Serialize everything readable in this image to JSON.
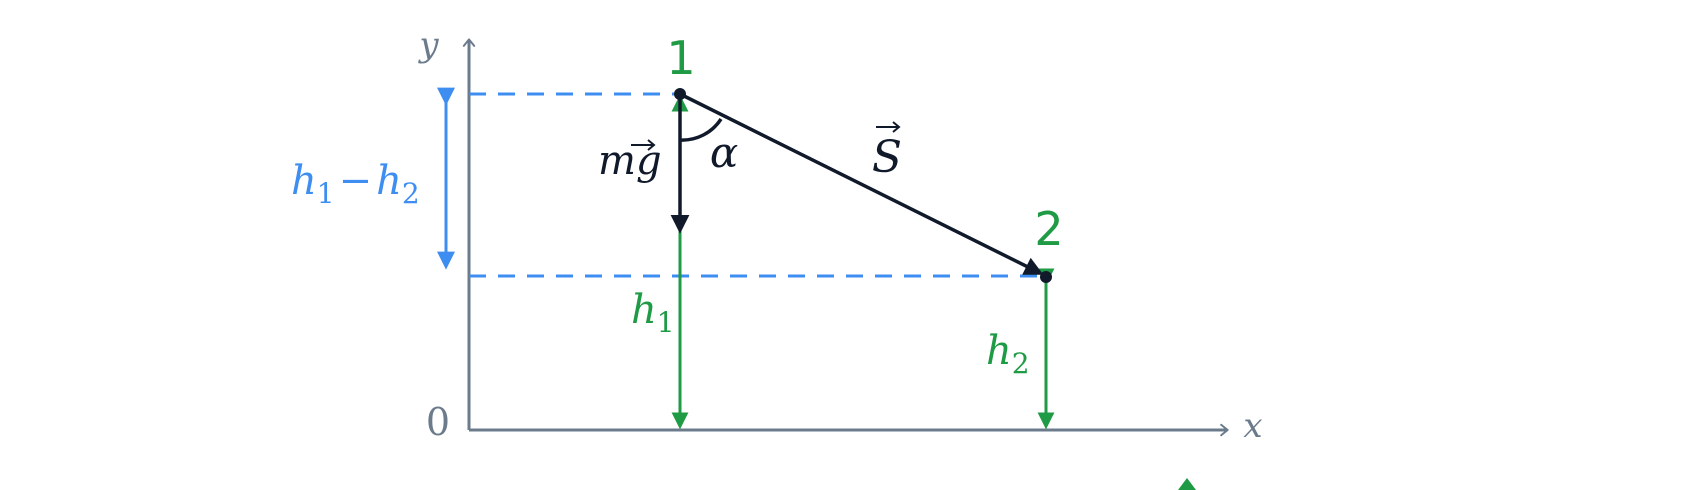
{
  "colors": {
    "axis": "#6b7b8c",
    "blue": "#3d8ef0",
    "green": "#1f9a45",
    "dark": "#111a2b"
  },
  "axes": {
    "x_label": "x",
    "y_label": "y",
    "origin_label": "0"
  },
  "points": {
    "p1_label": "1",
    "p2_label": "2"
  },
  "labels": {
    "height_difference": {
      "h1": "h",
      "h1_sub": "1",
      "minus": "−",
      "h2": "h",
      "h2_sub": "2"
    },
    "weight_vector": {
      "m": "m",
      "g": "g"
    },
    "angle": "α",
    "displacement": "S",
    "height_1": {
      "base": "h",
      "sub": "1"
    },
    "height_2": {
      "base": "h",
      "sub": "2"
    }
  },
  "icons": {
    "vector_arrow": "vector-arrow-icon"
  }
}
